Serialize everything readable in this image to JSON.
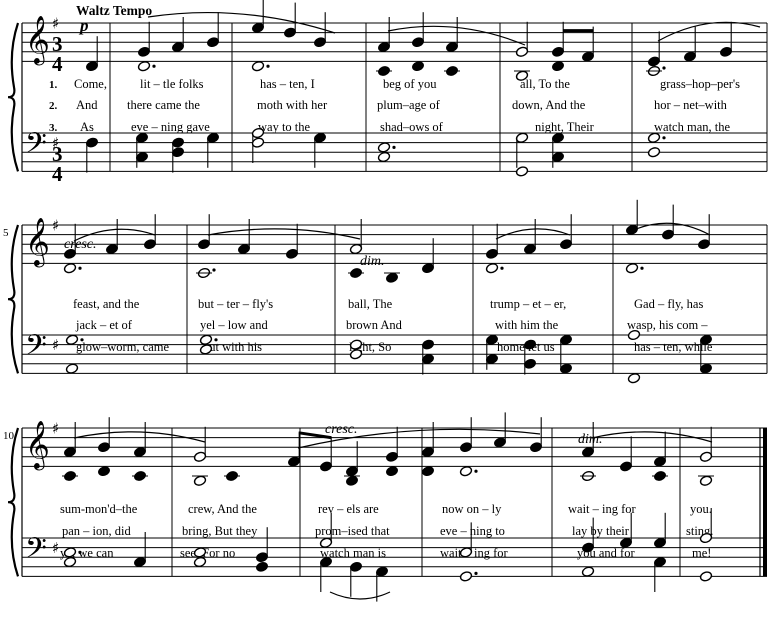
{
  "tempo": "Waltz Tempo",
  "dynamics": {
    "start": "p",
    "cresc1": "cresc.",
    "dim1": "dim.",
    "cresc2": "cresc.",
    "dim2": "dim."
  },
  "time_signature": {
    "top": "3",
    "bottom": "4"
  },
  "measure_numbers": {
    "system2": "5",
    "system3": "10"
  },
  "verse_numbers": [
    "1.",
    "2.",
    "3."
  ],
  "lyrics": {
    "system1": [
      [
        "Come,",
        "lit – tle folks",
        "has – ten, I",
        "beg of you",
        "all, To the",
        "grass–hop–per's"
      ],
      [
        "And",
        "there came the",
        "moth with her",
        "plum–age of",
        "down, And the",
        "hor – net–with"
      ],
      [
        "As",
        "eve – ning gave",
        "way to the",
        "shad–ows of",
        "night, Their",
        "watch man, the"
      ]
    ],
    "system2": [
      [
        "feast, and the",
        "but – ter – fly's",
        "ball, The",
        "trump – et – er,",
        "Gad – fly, has"
      ],
      [
        "jack – et of",
        "yel – low and",
        "brown And",
        "with him the",
        "wasp, his com –"
      ],
      [
        "glow–worm, came",
        "out with his",
        "light, So",
        "home let us",
        "has – ten, while"
      ]
    ],
    "system3": [
      [
        "sum-mon'd–the",
        "crew, And the",
        "rev – els are",
        "now on – ly",
        "wait – ing for",
        "you."
      ],
      [
        "pan – ion, did",
        "bring, But they",
        "prom–ised that",
        "eve – ning to",
        "lay by their",
        "sting."
      ],
      [
        "yet we can",
        "see, For no",
        "watch man is",
        "wait – ing for",
        "you and for",
        "me!"
      ]
    ]
  }
}
